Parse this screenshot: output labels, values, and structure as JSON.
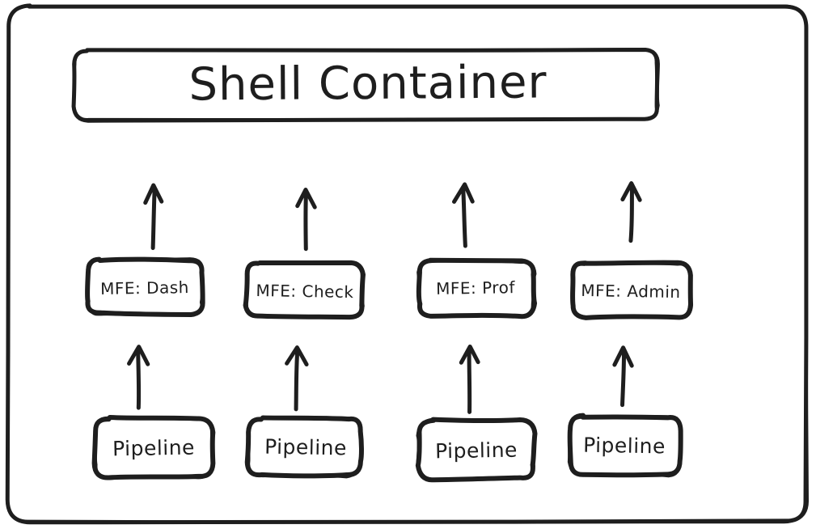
{
  "diagram": {
    "colors": {
      "stroke": "#1e1e1e",
      "background": "#ffffff"
    },
    "shell": {
      "label": "Shell Container"
    },
    "mfe_nodes": [
      {
        "label": "MFE: Dash"
      },
      {
        "label": "MFE: Check"
      },
      {
        "label": "MFE: Prof"
      },
      {
        "label": "MFE: Admin"
      }
    ],
    "pipeline_nodes": [
      {
        "label": "Pipeline"
      },
      {
        "label": "Pipeline"
      },
      {
        "label": "Pipeline"
      },
      {
        "label": "Pipeline"
      }
    ],
    "connectors": [
      {
        "from": "MFE: Dash",
        "to": "Shell Container",
        "direction": "up"
      },
      {
        "from": "MFE: Check",
        "to": "Shell Container",
        "direction": "up"
      },
      {
        "from": "MFE: Prof",
        "to": "Shell Container",
        "direction": "up"
      },
      {
        "from": "MFE: Admin",
        "to": "Shell Container",
        "direction": "up"
      },
      {
        "from": "Pipeline",
        "to": "MFE: Dash",
        "direction": "up"
      },
      {
        "from": "Pipeline",
        "to": "MFE: Check",
        "direction": "up"
      },
      {
        "from": "Pipeline",
        "to": "MFE: Prof",
        "direction": "up"
      },
      {
        "from": "Pipeline",
        "to": "MFE: Admin",
        "direction": "up"
      }
    ],
    "icons": {
      "arrow_up_icon": "↑"
    }
  }
}
